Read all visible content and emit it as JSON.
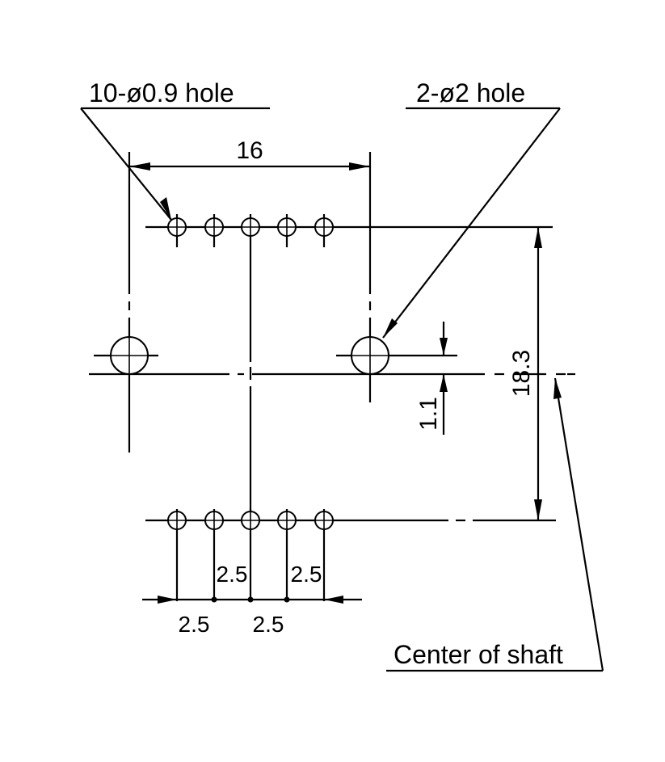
{
  "labels": {
    "small_holes": "10-ø0.9 hole",
    "large_holes": "2-ø2 hole",
    "center_of_shaft": "Center of shaft"
  },
  "dimensions": {
    "width": "16",
    "height": "18.3",
    "offset": "1.1",
    "pitch_upper_left": "2.5",
    "pitch_upper_right": "2.5",
    "pitch_lower_left": "2.5",
    "pitch_lower_right": "2.5"
  }
}
